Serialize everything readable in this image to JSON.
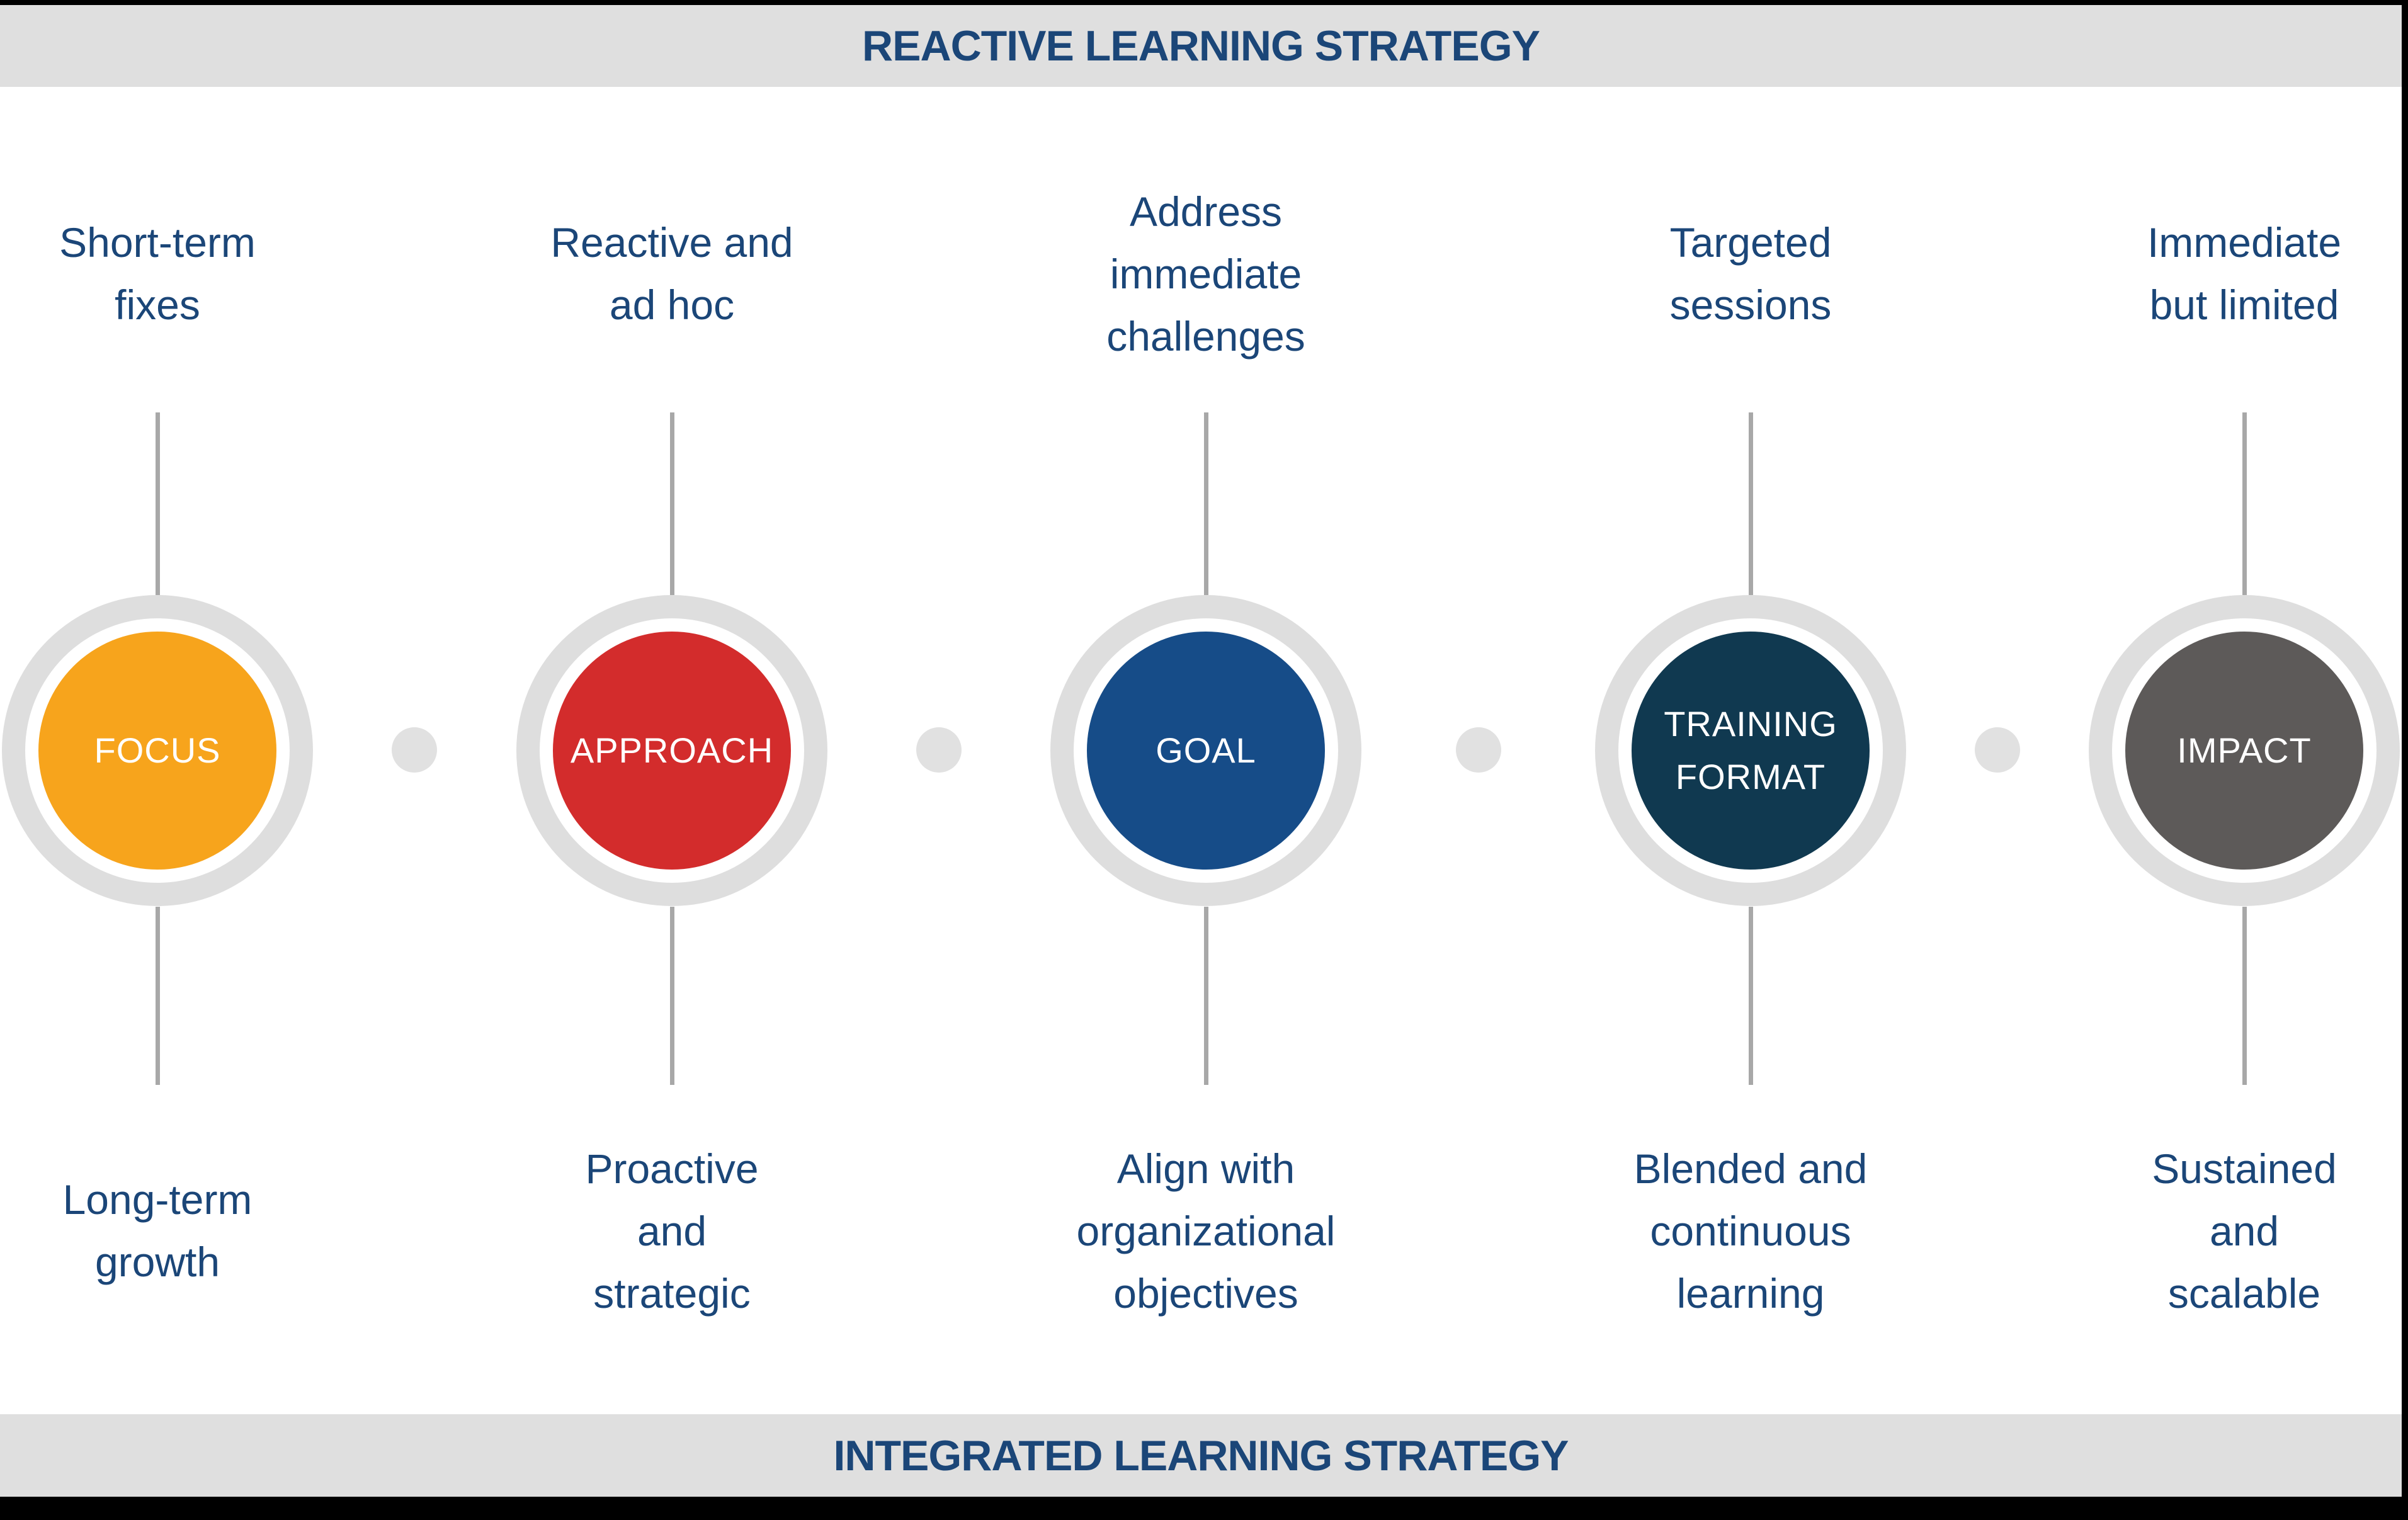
{
  "banners": {
    "top": "REACTIVE LEARNING STRATEGY",
    "bottom": "INTEGRATED LEARNING STRATEGY"
  },
  "palette": {
    "frame_black": "#000000",
    "banner_bg": "#dfdfdf",
    "text_blue": "#1b4678",
    "ring_gray": "#dedede",
    "connector_gray": "#a8a8a8",
    "dot_gray": "#e1e1e1",
    "circle_text": "#ffffff"
  },
  "columns": [
    {
      "id": "focus",
      "top_label": "Short-term\nfixes",
      "circle_label": "FOCUS",
      "circle_color": "#f7a41c",
      "bottom_label": "Long-term\ngrowth"
    },
    {
      "id": "approach",
      "top_label": "Reactive and\nad hoc",
      "circle_label": "APPROACH",
      "circle_color": "#d32c2c",
      "bottom_label": "Proactive\nand\nstrategic"
    },
    {
      "id": "goal",
      "top_label": "Address\nimmediate\nchallenges",
      "circle_label": "GOAL",
      "circle_color": "#164c88",
      "bottom_label": "Align with\norganizational\nobjectives"
    },
    {
      "id": "training-format",
      "top_label": "Targeted\nsessions",
      "circle_label": "TRAINING\nFORMAT",
      "circle_color": "#103950",
      "bottom_label": "Blended and\ncontinuous\nlearning"
    },
    {
      "id": "impact",
      "top_label": "Immediate\nbut limited",
      "circle_label": "IMPACT",
      "circle_color": "#5d5a59",
      "bottom_label": "Sustained\nand\nscalable"
    }
  ]
}
